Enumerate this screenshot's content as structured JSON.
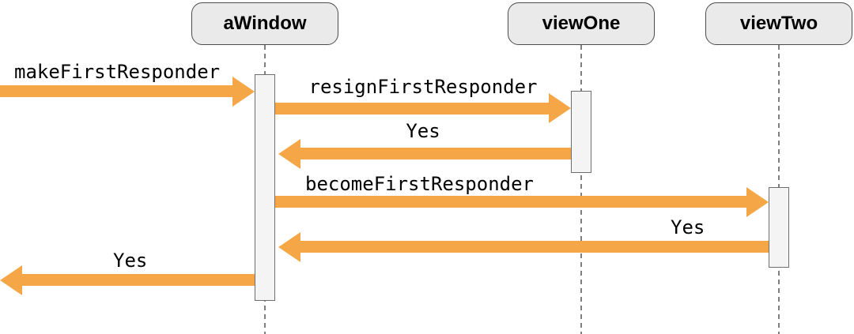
{
  "diagram_type": "sequence-diagram",
  "participants": [
    {
      "id": "aWindow",
      "label": "aWindow"
    },
    {
      "id": "viewOne",
      "label": "viewOne"
    },
    {
      "id": "viewTwo",
      "label": "viewTwo"
    }
  ],
  "messages": [
    {
      "label": "makeFirstResponder",
      "from": "external",
      "to": "aWindow",
      "direction": "right"
    },
    {
      "label": "resignFirstResponder",
      "from": "aWindow",
      "to": "viewOne",
      "direction": "right"
    },
    {
      "label": "Yes",
      "from": "viewOne",
      "to": "aWindow",
      "direction": "left"
    },
    {
      "label": "becomeFirstResponder",
      "from": "aWindow",
      "to": "viewTwo",
      "direction": "right"
    },
    {
      "label": "Yes",
      "from": "viewTwo",
      "to": "aWindow",
      "direction": "left"
    },
    {
      "label": "Yes",
      "from": "aWindow",
      "to": "external",
      "direction": "left"
    }
  ],
  "colors": {
    "arrow": "#F5A748",
    "box_fill": "#EAEAEA",
    "box_border": "#4C4C4C",
    "activation_fill": "#F4F4F4",
    "activation_border": "#6E6E6E",
    "lifeline": "#7F7F7F",
    "label_text": "#000000",
    "background": "#FFFFFF"
  }
}
